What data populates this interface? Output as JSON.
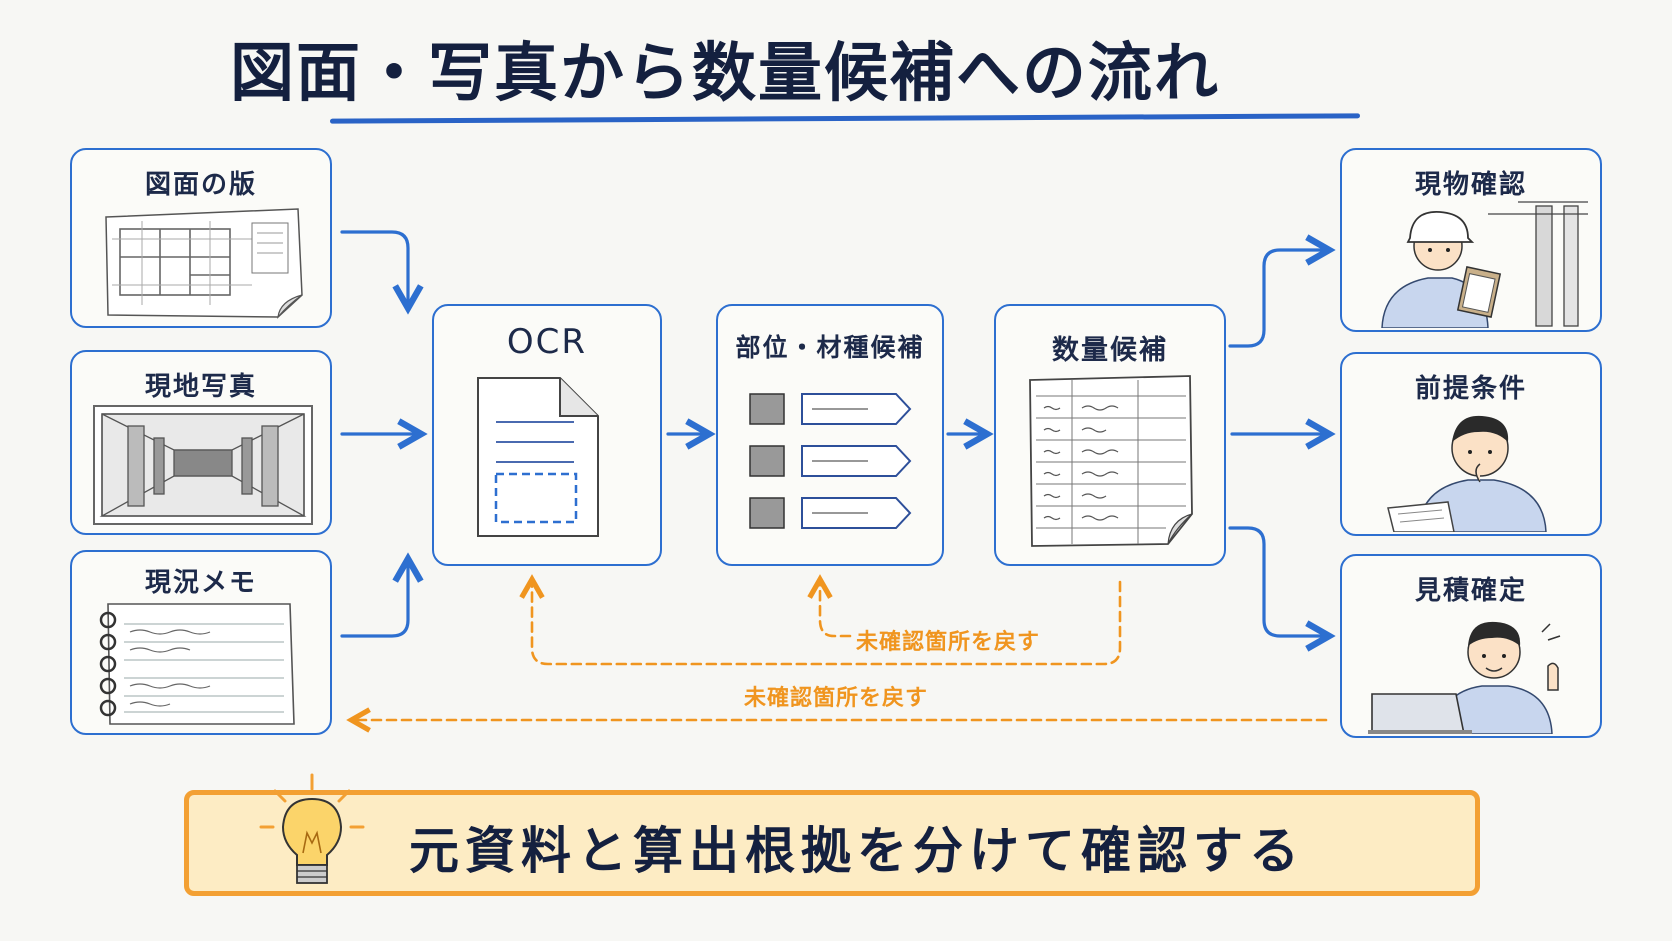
{
  "title": "図面・写真から数量候補への流れ",
  "inputs": [
    {
      "label": "図面の版",
      "icon": "blueprint-icon"
    },
    {
      "label": "現地写真",
      "icon": "site-photo-icon"
    },
    {
      "label": "現況メモ",
      "icon": "notebook-icon"
    }
  ],
  "process": [
    {
      "label": "OCR",
      "icon": "scanned-document-icon"
    },
    {
      "label": "部位・材種候補",
      "icon": "tag-list-icon"
    },
    {
      "label": "数量候補",
      "icon": "quantity-sheet-icon"
    }
  ],
  "outputs": [
    {
      "label": "現物確認",
      "icon": "worker-clipboard-icon"
    },
    {
      "label": "前提条件",
      "icon": "worker-thinking-icon"
    },
    {
      "label": "見積確定",
      "icon": "worker-laptop-thumbsup-icon"
    }
  ],
  "feedback": {
    "inner_label": "未確認箇所を戻す",
    "outer_label": "未確認箇所を戻す"
  },
  "banner": {
    "text": "元資料と算出根拠を分けて確認する",
    "icon": "lightbulb-icon"
  },
  "colors": {
    "box_border": "#2d6fd0",
    "arrow": "#2d6fd0",
    "feedback": "#f0951f",
    "banner_border": "#f3a033",
    "banner_fill": "#fdecc4"
  }
}
